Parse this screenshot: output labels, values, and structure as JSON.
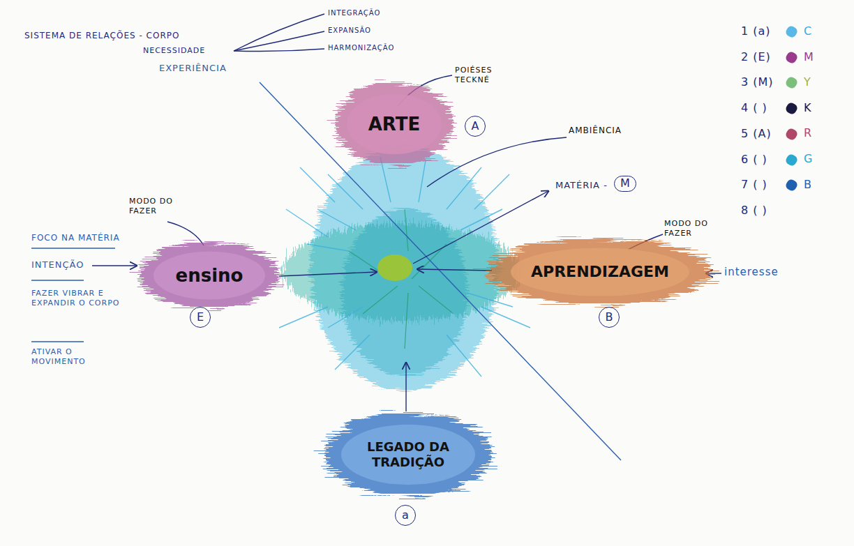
{
  "diagram": {
    "title": "SISTEMA DE RELAÇÕES - CORPO",
    "nodes": [
      {
        "text": [
          "ARTE"
        ]
      },
      {
        "text": [
          "ensino"
        ]
      },
      {
        "text": [
          "APRENDIZAGEM"
        ]
      },
      {
        "text": [
          "LEGADO DA TRADIÇÃO"
        ]
      }
    ],
    "labels": [
      "NECESSIDADE",
      "INTEGRAÇÃO",
      "EXPANSÃO",
      "HARMONIZAÇÃO",
      "EXPERIÊNCIA",
      "POIÉSES TECKNÉ",
      "A",
      "AMBIÊNCIA",
      "MATÉRIA -",
      "M",
      "MODO DO FAZER",
      "MODO DO FAZER",
      "FOCO NA MATÉRIA",
      "INTENÇÃO",
      "FAZER VIBRAR E EXPANDIR O CORPO",
      "ATIVAR O MOVIMENTO",
      "interesse",
      "E",
      "B",
      "a",
      "C",
      "M",
      "Y",
      "K",
      "R",
      "G",
      "B",
      "8 ( )"
    ],
    "legend": [
      {
        "text": "1 (a)",
        "color": "#5ab8e6"
      },
      {
        "text": "2 (E)",
        "color": "#9a3a8c"
      },
      {
        "text": "3 (M)",
        "color": "#7bbf7b"
      },
      {
        "text": "4 ( )",
        "color": "#1a1a40"
      },
      {
        "text": "5 (A)",
        "color": "#b04868"
      },
      {
        "text": "6 ( )",
        "color": "#2aa8d0"
      },
      {
        "text": "7 ( )",
        "color": "#2060b0"
      }
    ]
  }
}
